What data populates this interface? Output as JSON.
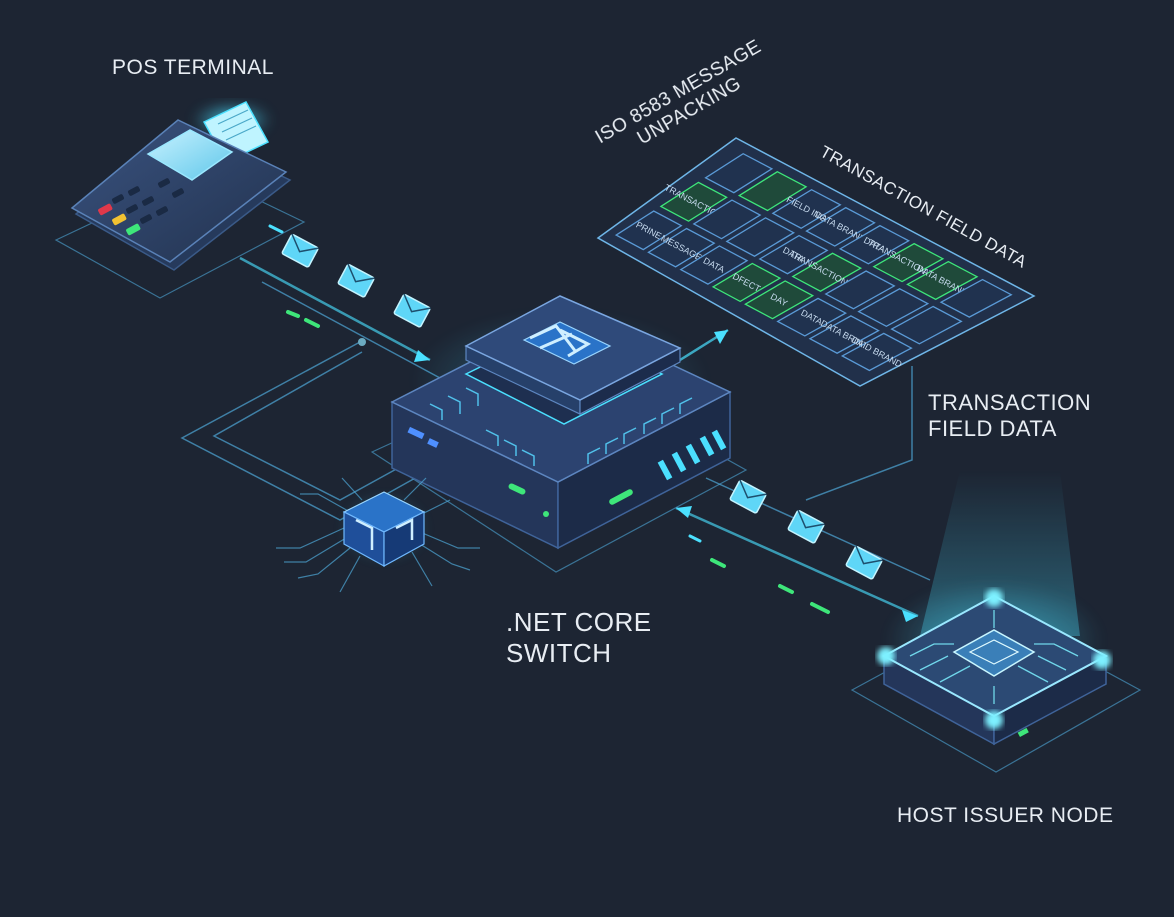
{
  "labels": {
    "pos_terminal": "POS TERMINAL",
    "iso_unpacking": "ISO 8583 MESSAGE\nUNPACKING",
    "transaction_field_data_top": "TRANSACTION FIELD DATA",
    "transaction_field_data_side": "TRANSACTION\nFIELD DATA",
    "net_core_switch": ".NET CORE\nSWITCH",
    "host_issuer_node": "HOST ISSUER NODE"
  },
  "field_grid": {
    "cells": [
      "PRINE",
      "TRANSACTION",
      "",
      "MESSAGE",
      "",
      "",
      "DATA",
      "",
      "FIELD ING",
      "DFECT",
      "DATA",
      "DATA BRAND",
      "DAY",
      "TRANSACTION ING",
      "DATA",
      "DATA",
      "",
      "TRANSACTION DATA",
      "DATA BRINT",
      "",
      "DATA BRAND",
      "DAID BRAND",
      "",
      ""
    ]
  },
  "colors": {
    "background": "#1d2533",
    "panel": "#2a3a55",
    "line": "#4fa8d8",
    "glow": "#4be0ff",
    "green": "#3ee67a"
  }
}
